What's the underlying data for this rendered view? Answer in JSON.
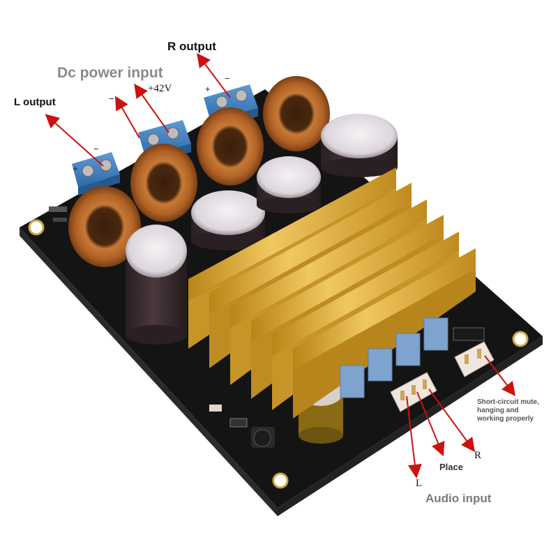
{
  "labels": {
    "r_output": "R output",
    "dc_power_input": "Dc power input",
    "plus_42v": "+42V",
    "l_output": "L output",
    "short_circuit_line1": "Short-circuit mute,",
    "short_circuit_line2": "hanging and",
    "short_circuit_line3": "working properly",
    "r_audio": "R",
    "place": "Place",
    "l_audio": "L",
    "audio_input": "Audio input"
  },
  "terminal_signs": {
    "plus": "+",
    "minus": "−"
  },
  "colors": {
    "arrow": "#cc1111",
    "pcb": "#151515",
    "heatsink": "#d9a532",
    "terminal": "#3b7fbf",
    "inductor_copper": "#b86a2c",
    "capacitor_top": "#e6e2e6",
    "capacitor_body": "#3a2a2e"
  }
}
